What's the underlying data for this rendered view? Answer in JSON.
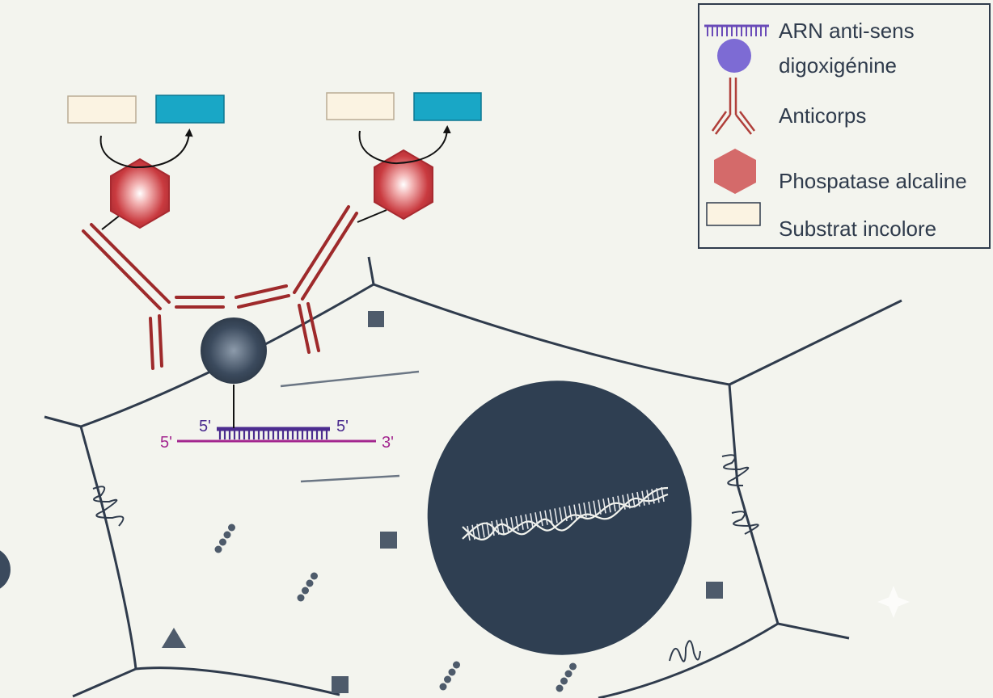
{
  "legend": {
    "items": [
      {
        "icon": "antisense-rna-icon",
        "label": "ARN anti-sens"
      },
      {
        "icon": "digoxigenin-icon",
        "label": "digoxigénine"
      },
      {
        "icon": "antibody-icon",
        "label": "Anticorps"
      },
      {
        "icon": "alkaline-phosphatase-icon",
        "label": "Phospatase alcaline"
      },
      {
        "icon": "colorless-substrate-icon",
        "label": "Substrat incolore"
      }
    ]
  },
  "probe_labels": {
    "probe_left": "5'",
    "probe_right": "5'",
    "target_left": "5'",
    "target_right": "3'"
  },
  "colors": {
    "background": "#f3f4ee",
    "antibody": "#9e2a2b",
    "phosphatase": "#c9343a",
    "substrate": "#fbf3e2",
    "product": "#19a7c6",
    "probe": "#4b2c8f",
    "target_rna": "#a3268f",
    "cell_outline": "#2f3b4c",
    "nucleus": "#2f3f52"
  }
}
